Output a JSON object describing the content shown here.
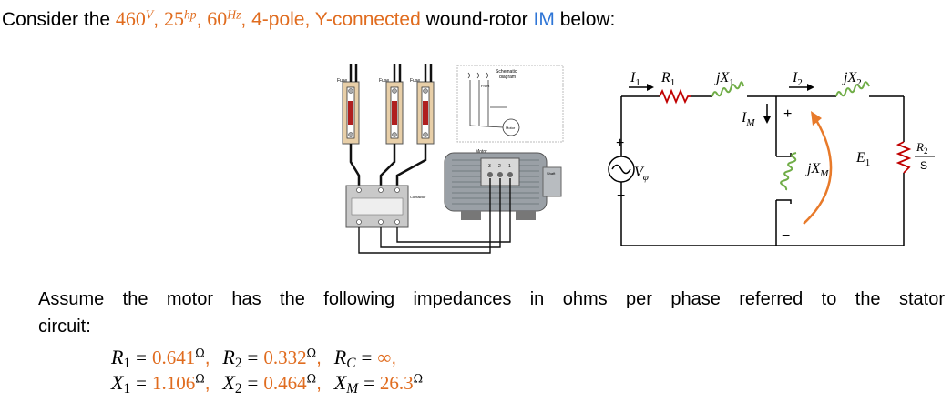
{
  "title": {
    "prefix": "Consider the",
    "voltage": "460",
    "voltage_unit": "V",
    "comma1": ",",
    "power": "25",
    "power_unit": "hp",
    "comma2": ",",
    "freq": "60",
    "freq_unit": "Hz",
    "comma3": ",",
    "poles": "4-pole,",
    "connection": "Y-connected",
    "rotor": "wound-rotor",
    "im": "IM",
    "suffix": "below:"
  },
  "wiring": {
    "fuse_label": "Fuse",
    "schematic_label_1": "Schematic",
    "schematic_label_2": "diagram",
    "from_label": "From",
    "motor_small_label": "Motor",
    "motor_label": "Motor",
    "shaft_label": "Shaft",
    "contactor_label": "Contactor",
    "terminal_labels": [
      "3",
      "2",
      "1"
    ]
  },
  "circuit": {
    "i1": "I",
    "i1_sub": "1",
    "r1": "R",
    "r1_sub": "1",
    "jx1": "jX",
    "jx1_sub": "1",
    "i2": "I",
    "i2_sub": "2",
    "jx2": "jX",
    "jx2_sub": "2",
    "im": "I",
    "im_sub": "M",
    "plus": "+",
    "minus": "−",
    "vphi": "V",
    "vphi_sub": "φ",
    "jxm": "jX",
    "jxm_sub": "M",
    "e1": "E",
    "e1_sub": "1",
    "r2_num": "R",
    "r2_sub": "2",
    "r2_den": "S",
    "colors": {
      "arrow": "#e87a2a",
      "wire": "#000000",
      "resistor": "#c00000",
      "inductor": "#70ad47"
    }
  },
  "assume": {
    "line1": "Assume the motor has the following impedances in ohms per phase referred to the stator",
    "line2": "circuit:"
  },
  "params": {
    "r1_label": "R",
    "r1_sub": "1",
    "r1_val": "0.641",
    "r1_unit": "Ω",
    "r2_label": "R",
    "r2_sub": "2",
    "r2_val": "0.332",
    "r2_unit": "Ω",
    "rc_label": "R",
    "rc_sub": "C",
    "rc_val": "∞",
    "x1_label": "X",
    "x1_sub": "1",
    "x1_val": "1.106",
    "x1_unit": "Ω",
    "x2_label": "X",
    "x2_sub": "2",
    "x2_val": "0.464",
    "x2_unit": "Ω",
    "xm_label": "X",
    "xm_sub": "M",
    "xm_val": "26.3",
    "xm_unit": "Ω",
    "eq": "=",
    "comma": ","
  }
}
